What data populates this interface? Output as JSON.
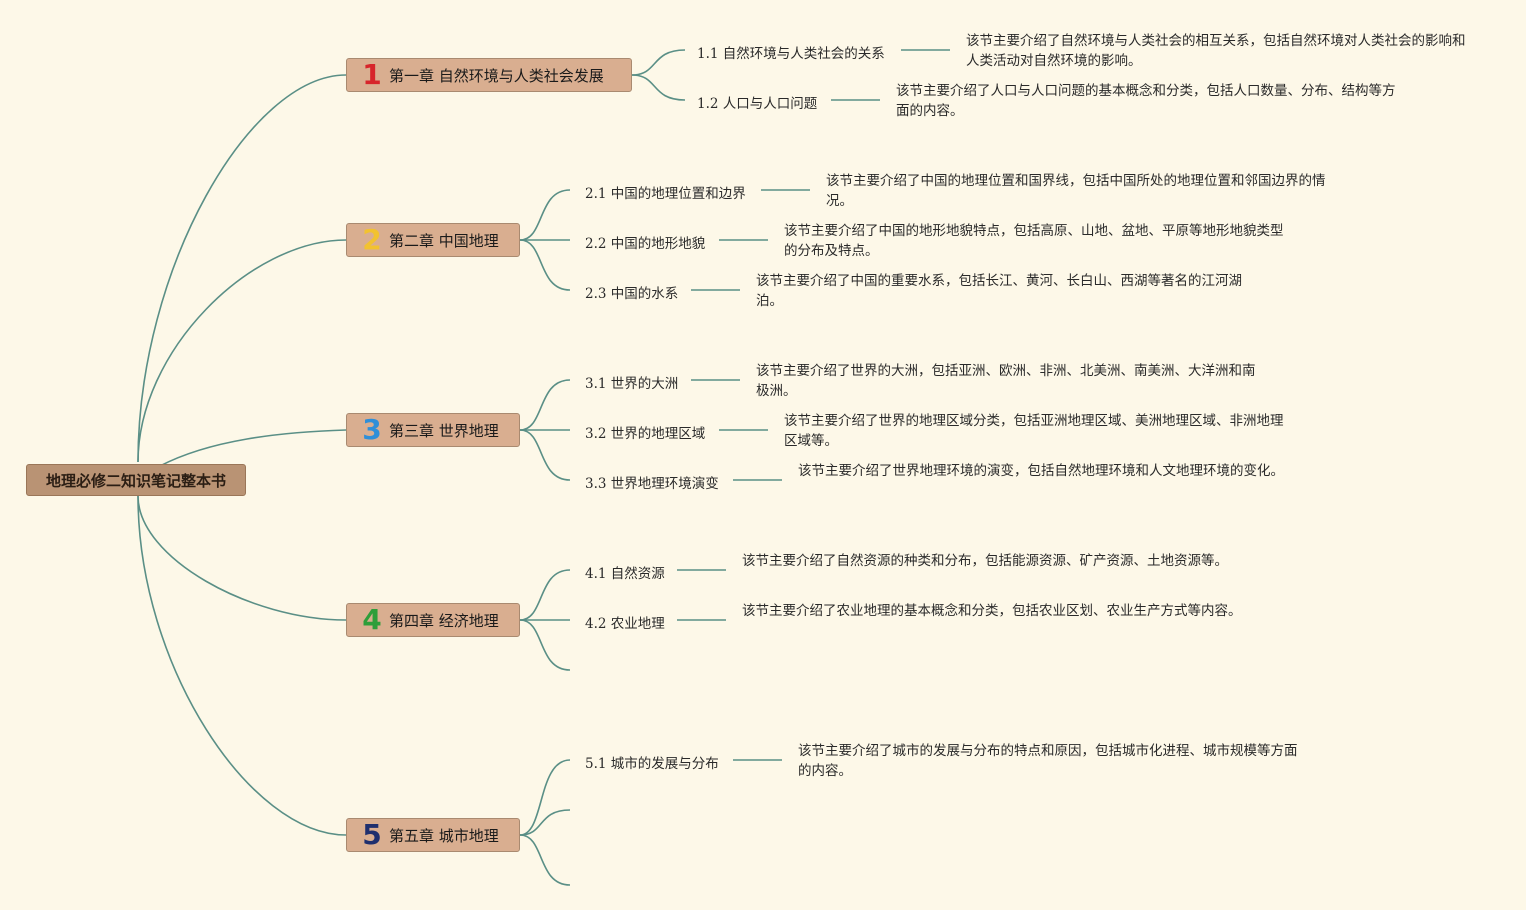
{
  "root": {
    "label": "地理必修二知识笔记整本书"
  },
  "chapters": [
    {
      "num": "1",
      "num_color": "#d7252b",
      "label": "第一章 自然环境与人类社会发展",
      "sections": [
        {
          "label": "1.1 自然环境与人类社会的关系",
          "desc": "该节主要介绍了自然环境与人类社会的相互关系，包括自然环境对人类社会的影响和人类活动对自然环境的影响。"
        },
        {
          "label": "1.2 人口与人口问题",
          "desc": "该节主要介绍了人口与人口问题的基本概念和分类，包括人口数量、分布、结构等方面的内容。"
        }
      ]
    },
    {
      "num": "2",
      "num_color": "#f2c230",
      "label": "第二章 中国地理",
      "sections": [
        {
          "label": "2.1 中国的地理位置和边界",
          "desc": "该节主要介绍了中国的地理位置和国界线，包括中国所处的地理位置和邻国边界的情况。"
        },
        {
          "label": "2.2 中国的地形地貌",
          "desc": "该节主要介绍了中国的地形地貌特点，包括高原、山地、盆地、平原等地形地貌类型的分布及特点。"
        },
        {
          "label": "2.3 中国的水系",
          "desc": "该节主要介绍了中国的重要水系，包括长江、黄河、长白山、西湖等著名的江河湖泊。"
        }
      ]
    },
    {
      "num": "3",
      "num_color": "#2f8fd8",
      "label": "第三章 世界地理",
      "sections": [
        {
          "label": "3.1 世界的大洲",
          "desc": "该节主要介绍了世界的大洲，包括亚洲、欧洲、非洲、北美洲、南美洲、大洋洲和南极洲。"
        },
        {
          "label": "3.2 世界的地理区域",
          "desc": "该节主要介绍了世界的地理区域分类，包括亚洲地理区域、美洲地理区域、非洲地理区域等。"
        },
        {
          "label": "3.3 世界地理环境演变",
          "desc": "该节主要介绍了世界地理环境的演变，包括自然地理环境和人文地理环境的变化。"
        }
      ]
    },
    {
      "num": "4",
      "num_color": "#2e9e3a",
      "label": "第四章 经济地理",
      "sections": [
        {
          "label": "4.1 自然资源",
          "desc": "该节主要介绍了自然资源的种类和分布，包括能源资源、矿产资源、土地资源等。"
        },
        {
          "label": "4.2 农业地理",
          "desc": "该节主要介绍了农业地理的基本概念和分类，包括农业区划、农业生产方式等内容。"
        }
      ]
    },
    {
      "num": "5",
      "num_color": "#1f2f6e",
      "label": "第五章 城市地理",
      "sections": [
        {
          "label": "5.1 城市的发展与分布",
          "desc": "该节主要介绍了城市的发展与分布的特点和原因，包括城市化进程、城市规模等方面的内容。"
        }
      ]
    }
  ],
  "colors": {
    "link": "#5a8f86"
  }
}
